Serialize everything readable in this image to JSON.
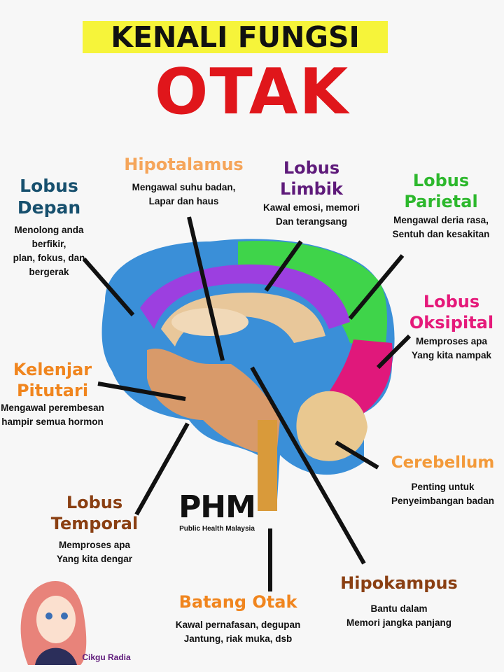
{
  "header": {
    "line1": "KENALI FUNGSI",
    "line2": "OTAK"
  },
  "labels": {
    "depan": {
      "title1": "Lobus",
      "title2": "Depan",
      "desc1": "Menolong anda berfikir,",
      "desc2": "plan, fokus, dan bergerak",
      "color": "#17506e"
    },
    "hipotalamus": {
      "title1": "Hipotalamus",
      "desc1": "Mengawal suhu badan,",
      "desc2": "Lapar dan haus",
      "color": "#f5a55a"
    },
    "limbik": {
      "title1": "Lobus",
      "title2": "Limbik",
      "desc1": "Kawal emosi, memori",
      "desc2": "Dan terangsang",
      "color": "#5e1a7a"
    },
    "parietal": {
      "title1": "Lobus",
      "title2": "Parietal",
      "desc1": "Mengawal deria rasa,",
      "desc2": "Sentuh dan kesakitan",
      "color": "#2db82d"
    },
    "oksipital": {
      "title1": "Lobus",
      "title2": "Oksipital",
      "desc1": "Memproses apa",
      "desc2": "Yang kita nampak",
      "color": "#e5197a"
    },
    "pituitari": {
      "title1": "Kelenjar",
      "title2": "Pitutari",
      "desc1": "Mengawal perembesan",
      "desc2": "hampir semua hormon",
      "color": "#f0851e"
    },
    "cerebellum": {
      "title1": "Cerebellum",
      "desc1": "Penting untuk",
      "desc2": "Penyeimbangan badan",
      "color": "#f39a3a"
    },
    "temporal": {
      "title1": "Lobus",
      "title2": "Temporal",
      "desc1": "Memproses apa",
      "desc2": "Yang kita dengar",
      "color": "#8a3f12"
    },
    "batang": {
      "title1": "Batang Otak",
      "desc1": "Kawal pernafasan, degupan",
      "desc2": "Jantung, riak muka, dsb",
      "color": "#f0851e"
    },
    "hipokampus": {
      "title1": "Hipokampus",
      "desc1": "Bantu dalam",
      "desc2": "Memori jangka panjang",
      "color": "#8a3f12"
    }
  },
  "logo": {
    "name": "PHM",
    "subtitle": "Public Health Malaysia"
  },
  "credit": "Cikgu Radia"
}
